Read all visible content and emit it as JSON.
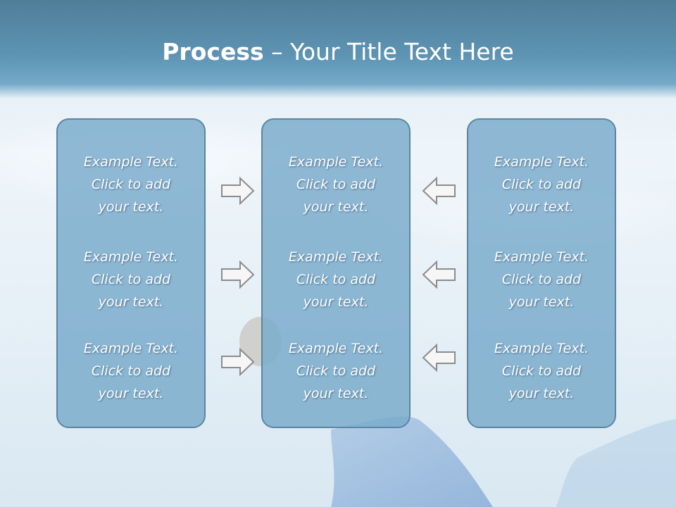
{
  "slide": {
    "title_bold": "Process",
    "title_rest": " – Your Title Text Here"
  },
  "columns": [
    {
      "items": [
        {
          "line1": "Example Text.",
          "line2": "Click  to add",
          "line3": "your text."
        },
        {
          "line1": "Example Text.",
          "line2": "Click  to add",
          "line3": "your text."
        },
        {
          "line1": "Example Text.",
          "line2": "Click  to add",
          "line3": "your text."
        }
      ]
    },
    {
      "items": [
        {
          "line1": "Example Text.",
          "line2": "Click  to add",
          "line3": "your text."
        },
        {
          "line1": "Example Text.",
          "line2": "Click  to add",
          "line3": "your text."
        },
        {
          "line1": "Example Text.",
          "line2": "Click  to add",
          "line3": "your text."
        }
      ]
    },
    {
      "items": [
        {
          "line1": "Example Text.",
          "line2": "Click  to add",
          "line3": "your text."
        },
        {
          "line1": "Example Text.",
          "line2": "Click  to add",
          "line3": "your text."
        },
        {
          "line1": "Example Text.",
          "line2": "Click  to add",
          "line3": "your text."
        }
      ]
    }
  ],
  "arrows": {
    "left_group": [
      "arrow-right-icon",
      "arrow-right-icon",
      "arrow-right-icon"
    ],
    "right_group": [
      "arrow-left-icon",
      "arrow-left-icon",
      "arrow-left-icon"
    ]
  },
  "colors": {
    "header": "#5d93b2",
    "panel_fill": "#78aaca",
    "panel_border": "#5a86a3",
    "text": "#ffffff"
  }
}
